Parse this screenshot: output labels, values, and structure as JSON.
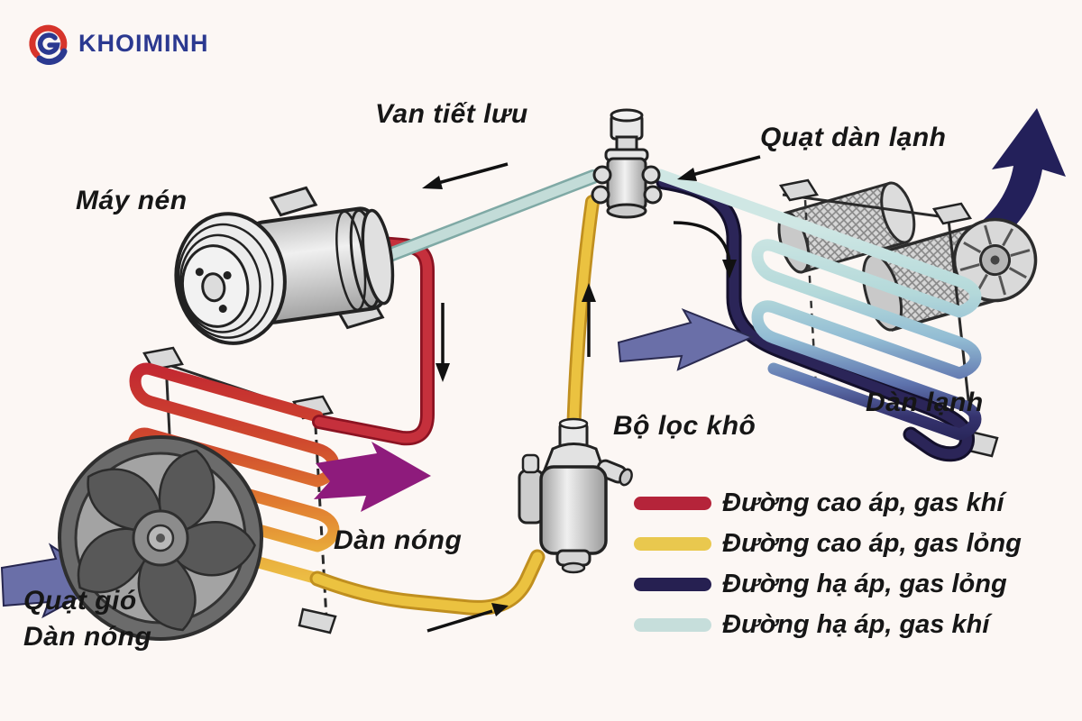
{
  "logo": {
    "text": "KHOIMINH",
    "text_color": "#2b3990",
    "mark_red": "#d6342b",
    "mark_blue": "#2b3990"
  },
  "labels": {
    "expansion_valve": "Van tiết lưu",
    "evaporator_fan": "Quạt dàn lạnh",
    "compressor": "Máy nén",
    "evaporator": "Dàn lạnh",
    "receiver_drier": "Bộ lọc khô",
    "condenser": "Dàn nóng",
    "condenser_fan_line1": "Quạt gió",
    "condenser_fan_line2": "Dàn nóng"
  },
  "legend": {
    "items": [
      {
        "label": "Đường cao áp, gas khí",
        "color": "#b5243a"
      },
      {
        "label": "Đường cao áp, gas lỏng",
        "color": "#e9c84e"
      },
      {
        "label": "Đường hạ áp, gas lỏng",
        "color": "#262051"
      },
      {
        "label": "Đường hạ áp, gas khí",
        "color": "#c6dedb"
      }
    ]
  },
  "colors": {
    "background": "#fcf7f4",
    "pipe_high_pressure_gas": "#c5303c",
    "pipe_high_pressure_liquid": "#ebc240",
    "pipe_low_pressure_liquid": "#2b2558",
    "pipe_low_pressure_gas": "#c3dcd8",
    "airflow_arrow": "#6a6fa8",
    "hot_air_arrow": "#8e1b7c",
    "cold_air_arrow": "#23205a",
    "flow_arrow": "#111111"
  },
  "icons": {
    "logo_mark": "interlocking-arcs-logo",
    "flow_arrows": "black-flow-arrow",
    "air_arrows": "thick-air-arrow"
  }
}
